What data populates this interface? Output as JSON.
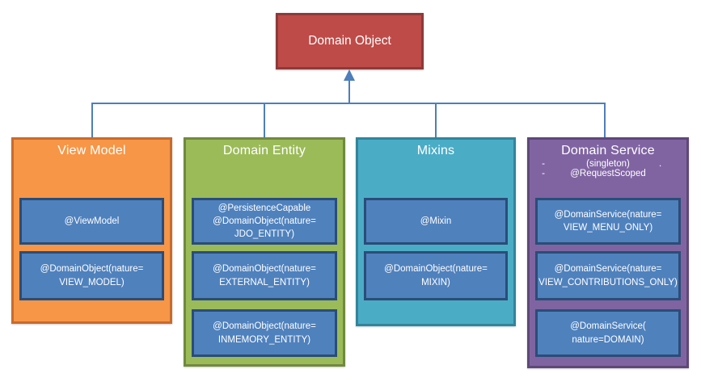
{
  "diagram": {
    "root": {
      "title": "Domain Object"
    },
    "groups": [
      {
        "title": "View Model",
        "items": [
          "@ViewModel",
          "@DomainObject(nature=\nVIEW_MODEL)"
        ]
      },
      {
        "title": "Domain Entity",
        "items": [
          "@PersistenceCapable\n@DomainObject(nature=\nJDO_ENTITY)",
          "@DomainObject(nature=\nEXTERNAL_ENTITY)",
          "@DomainObject(nature=\nINMEMORY_ENTITY)"
        ]
      },
      {
        "title": "Mixins",
        "items": [
          "@Mixin",
          "@DomainObject(nature=\nMIXIN)"
        ]
      },
      {
        "title": "Domain Service",
        "bullets": [
          {
            "dash": "-",
            "text": "(singleton)",
            "suffix": "."
          },
          {
            "dash": "-",
            "text": "@RequestScoped",
            "suffix": ""
          }
        ],
        "items": [
          "@DomainService(nature=\nVIEW_MENU_ONLY)",
          "@DomainService(nature=\nVIEW_CONTRIBUTIONS_ONLY)",
          "@DomainService(\nnature=DOMAIN)"
        ]
      }
    ],
    "colors": {
      "root_fill": "#BE4B48",
      "root_border": "#8C3B39",
      "view_model_fill": "#F79646",
      "view_model_border": "#C86B2D",
      "domain_entity_fill": "#9BBB59",
      "domain_entity_border": "#71893F",
      "mixins_fill": "#4BACC6",
      "mixins_border": "#31859B",
      "domain_service_fill": "#8064A2",
      "domain_service_border": "#5E4877",
      "item_fill": "#4F81BD",
      "item_border": "#2A4D77",
      "connector": "#4E7EBB",
      "text": "#FFFFFF"
    }
  }
}
